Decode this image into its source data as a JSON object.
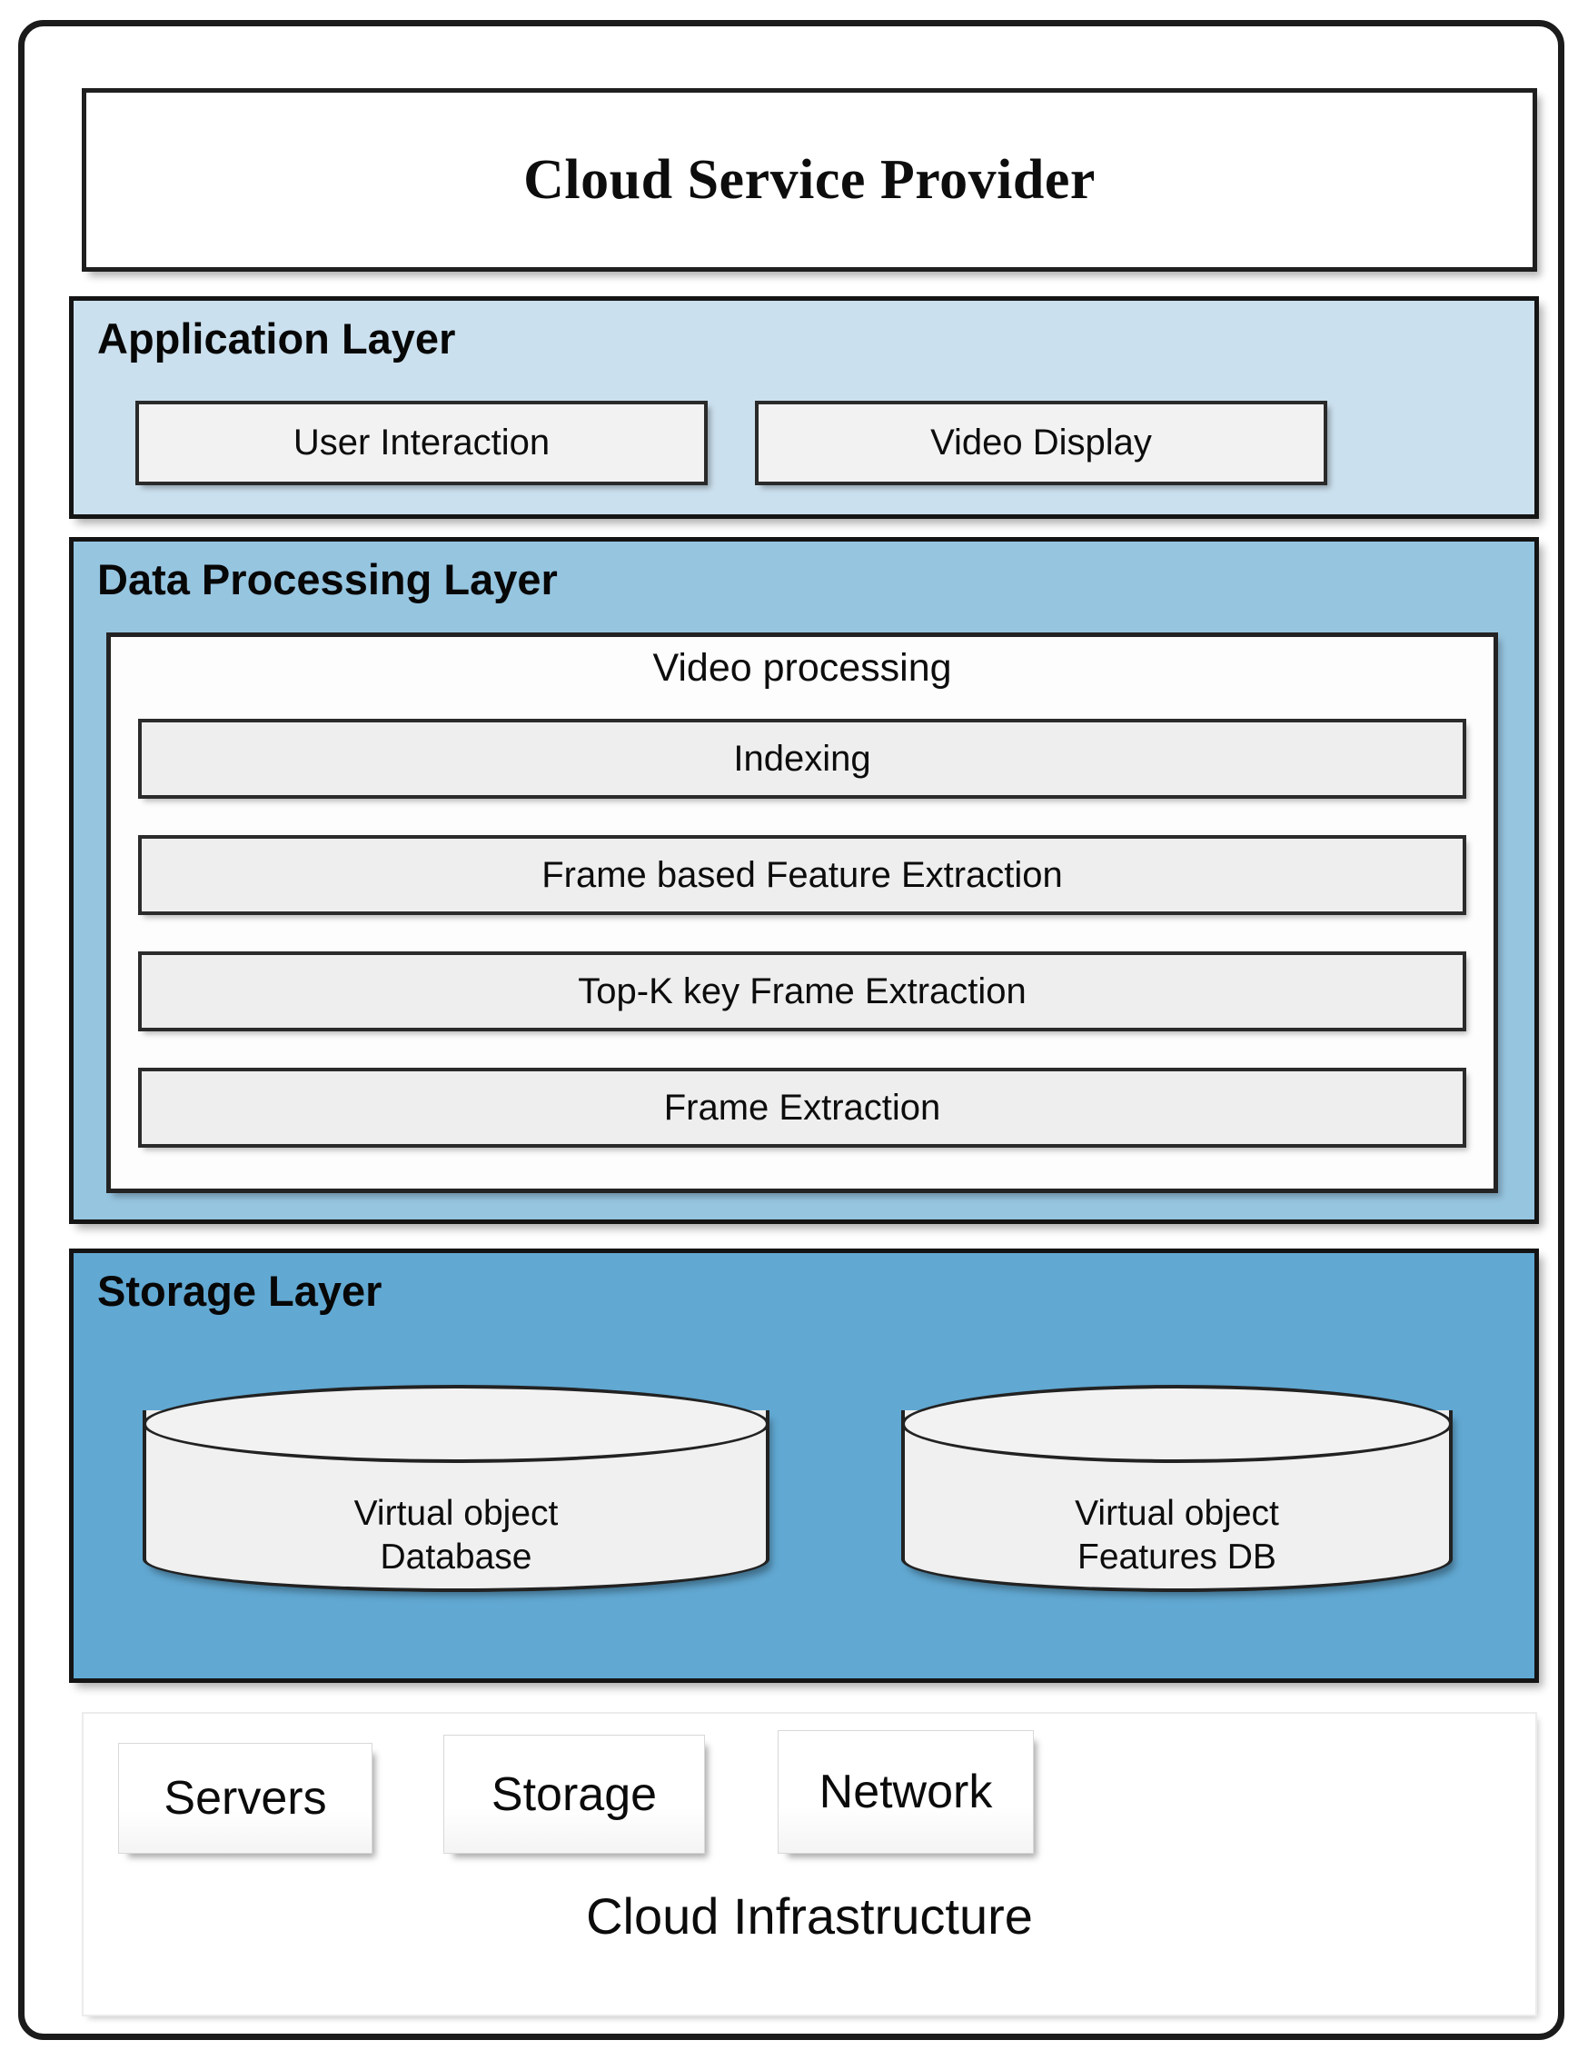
{
  "diagram": {
    "title": "Cloud Service Provider",
    "colors": {
      "application_layer_bg": "#cbe0ee",
      "data_processing_layer_bg": "#96c5e0",
      "storage_layer_bg": "#61a8d2",
      "infrastructure_bg": "#ffffff",
      "border": "#141414",
      "inner_box_bg": "#eeeeee"
    },
    "layers": [
      {
        "id": "application",
        "title": "Application Layer",
        "boxes": [
          {
            "label": "User Interaction"
          },
          {
            "label": "Video Display"
          }
        ]
      },
      {
        "id": "data_processing",
        "title": "Data Processing Layer",
        "group": {
          "title": "Video processing",
          "items": [
            {
              "label": "Indexing"
            },
            {
              "label": "Frame based Feature Extraction"
            },
            {
              "label": "Top-K key Frame Extraction"
            },
            {
              "label": "Frame Extraction"
            }
          ]
        }
      },
      {
        "id": "storage",
        "title": "Storage Layer",
        "databases": [
          {
            "line1": "Virtual object",
            "line2": "Database"
          },
          {
            "line1": "Virtual object",
            "line2": "Features DB"
          }
        ]
      },
      {
        "id": "infrastructure",
        "caption": "Cloud Infrastructure",
        "resources": [
          {
            "label": "Servers"
          },
          {
            "label": "Storage"
          },
          {
            "label": "Network"
          }
        ]
      }
    ]
  }
}
